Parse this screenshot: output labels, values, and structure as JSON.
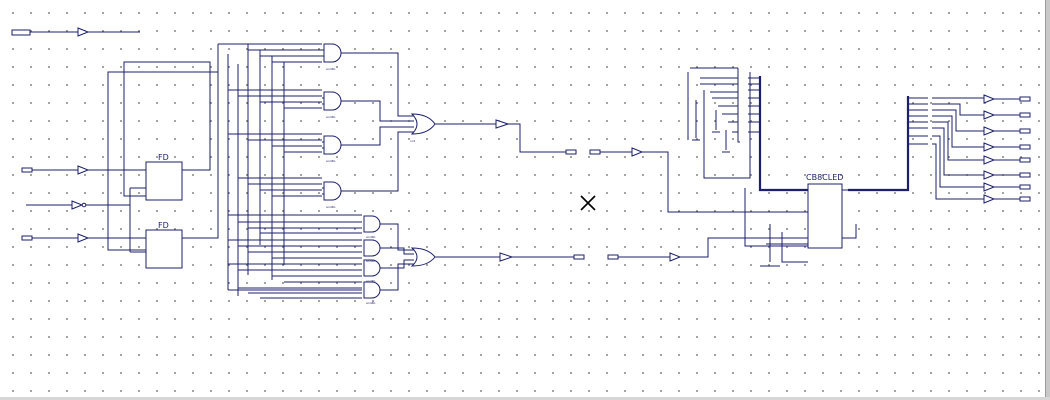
{
  "schematic": {
    "ff_top_label": "FD",
    "ff_bottom_label": "FD",
    "counter_label": "CB8CLED",
    "cursor": "close-x-icon"
  },
  "colors": {
    "wire": "#1c1f6b",
    "background": "#ffffff",
    "grid_dot": "#8a8a8a"
  }
}
